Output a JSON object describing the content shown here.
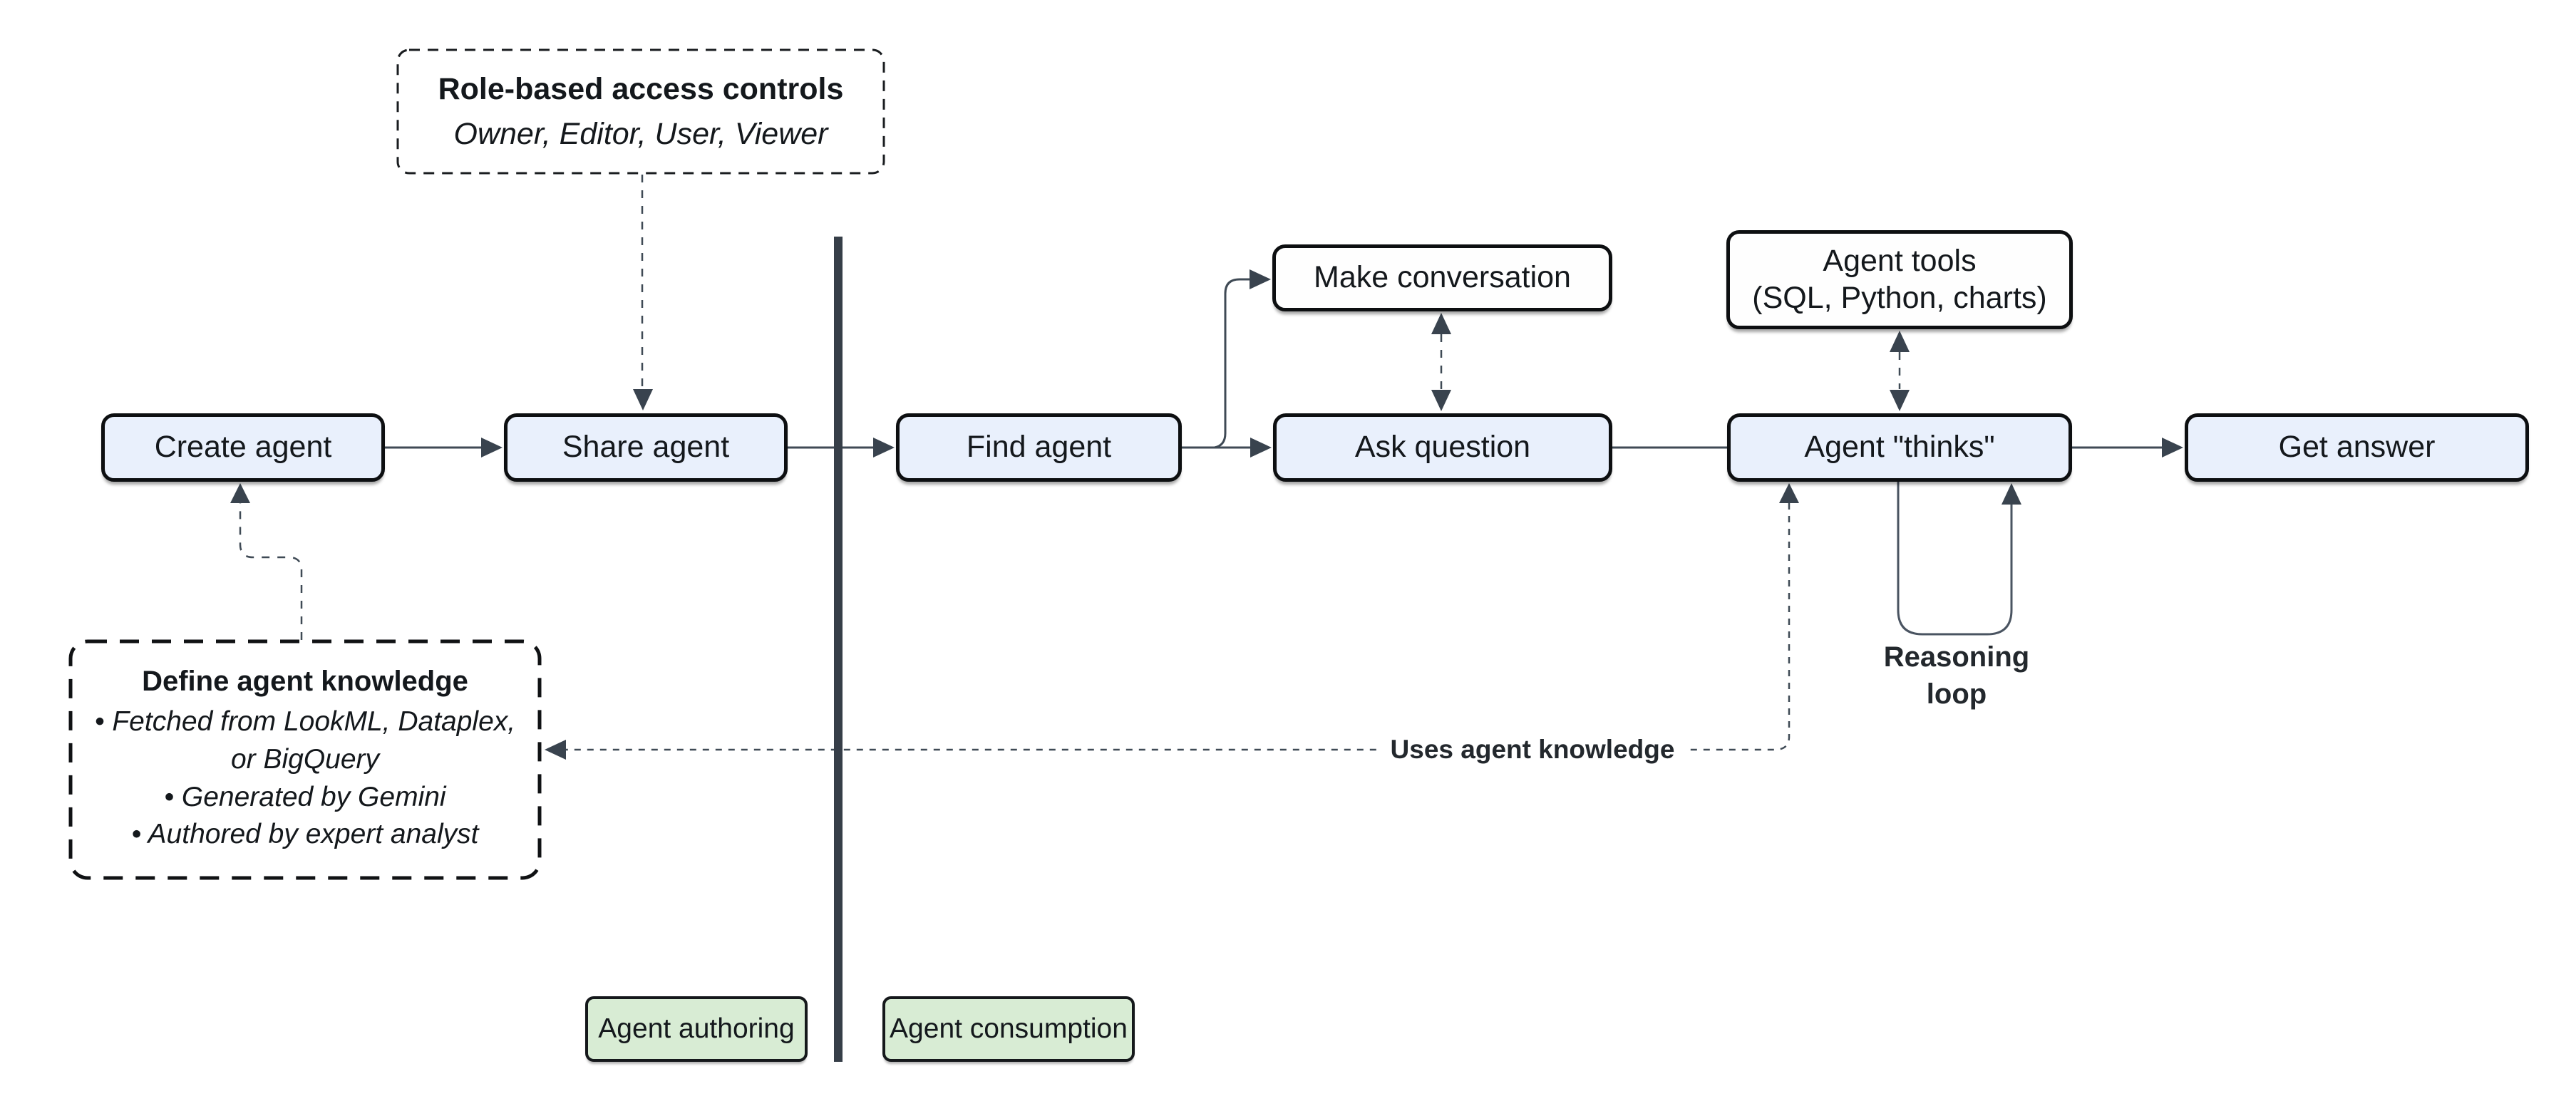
{
  "diagram": {
    "nodes": {
      "create_agent": "Create agent",
      "share_agent": "Share agent",
      "find_agent": "Find agent",
      "ask_question": "Ask question",
      "agent_thinks": "Agent \"thinks\"",
      "get_answer": "Get answer",
      "make_conversation": "Make conversation",
      "agent_tools": {
        "line1": "Agent tools",
        "line2": "(SQL, Python, charts)"
      }
    },
    "notes": {
      "rbac": {
        "title": "Role-based access controls",
        "roles": "Owner, Editor, User, Viewer"
      },
      "knowledge": {
        "title": "Define agent knowledge",
        "items": [
          "• Fetched from LookML, Dataplex, or BigQuery",
          "• Generated by Gemini",
          "• Authored by expert analyst"
        ]
      }
    },
    "labels": {
      "reasoning_loop": {
        "line1": "Reasoning",
        "line2": "loop"
      },
      "uses_agent_knowledge": "Uses agent knowledge",
      "zone_authoring": "Agent authoring",
      "zone_consumption": "Agent consumption"
    },
    "colors": {
      "node_fill_blue": "#e9f0fc",
      "node_fill_white": "#fefefe",
      "zone_fill_green": "#d8ecd4",
      "border_dark": "#0d0f11",
      "connector": "#3f4a55",
      "arrowhead": "#39434e",
      "divider": "#363e48"
    }
  }
}
